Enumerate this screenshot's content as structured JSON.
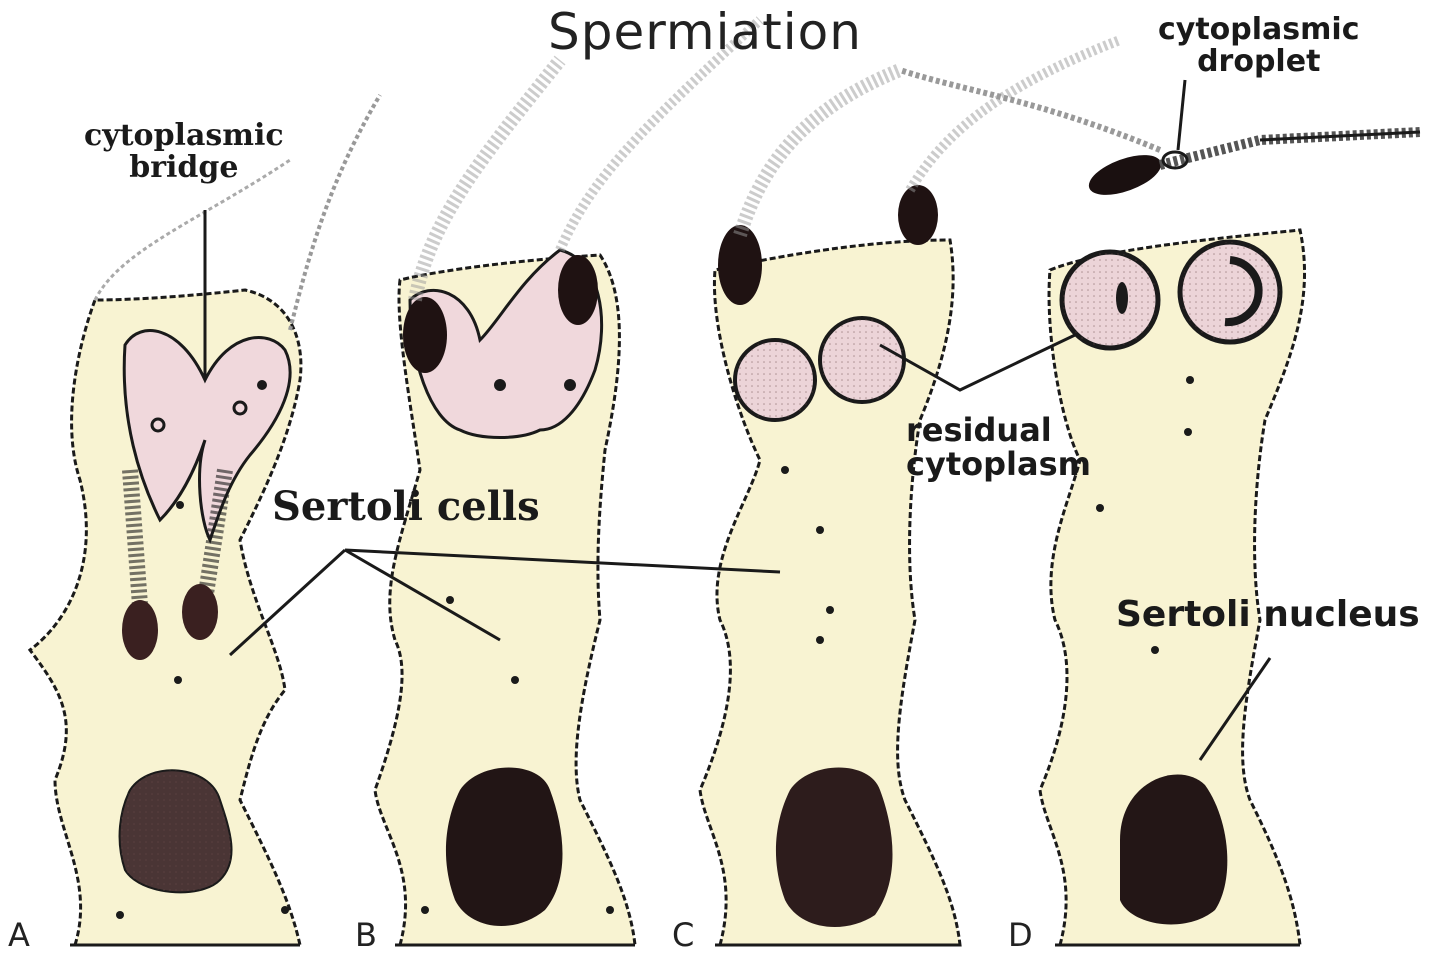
{
  "diagram": {
    "title": "Spermiation",
    "colors": {
      "sertoli_cytoplasm": "#f8f3d2",
      "spermatid_cytoplasm": "#f0d8dc",
      "nucleus": "#2a1a1a",
      "outline": "#1a1a1a",
      "background": "#ffffff"
    },
    "labels": {
      "cytoplasmic_bridge": [
        "cytoplasmic",
        "bridge"
      ],
      "cytoplasmic_droplet": [
        "cytoplasmic",
        "droplet"
      ],
      "sertoli_cells": "Sertoli cells",
      "residual_cytoplasm": [
        "residual",
        "cytoplasm"
      ],
      "sertoli_nucleus": "Sertoli nucleus"
    },
    "stages": [
      {
        "id": "A",
        "label": "A"
      },
      {
        "id": "B",
        "label": "B"
      },
      {
        "id": "C",
        "label": "C"
      },
      {
        "id": "D",
        "label": "D"
      }
    ]
  }
}
